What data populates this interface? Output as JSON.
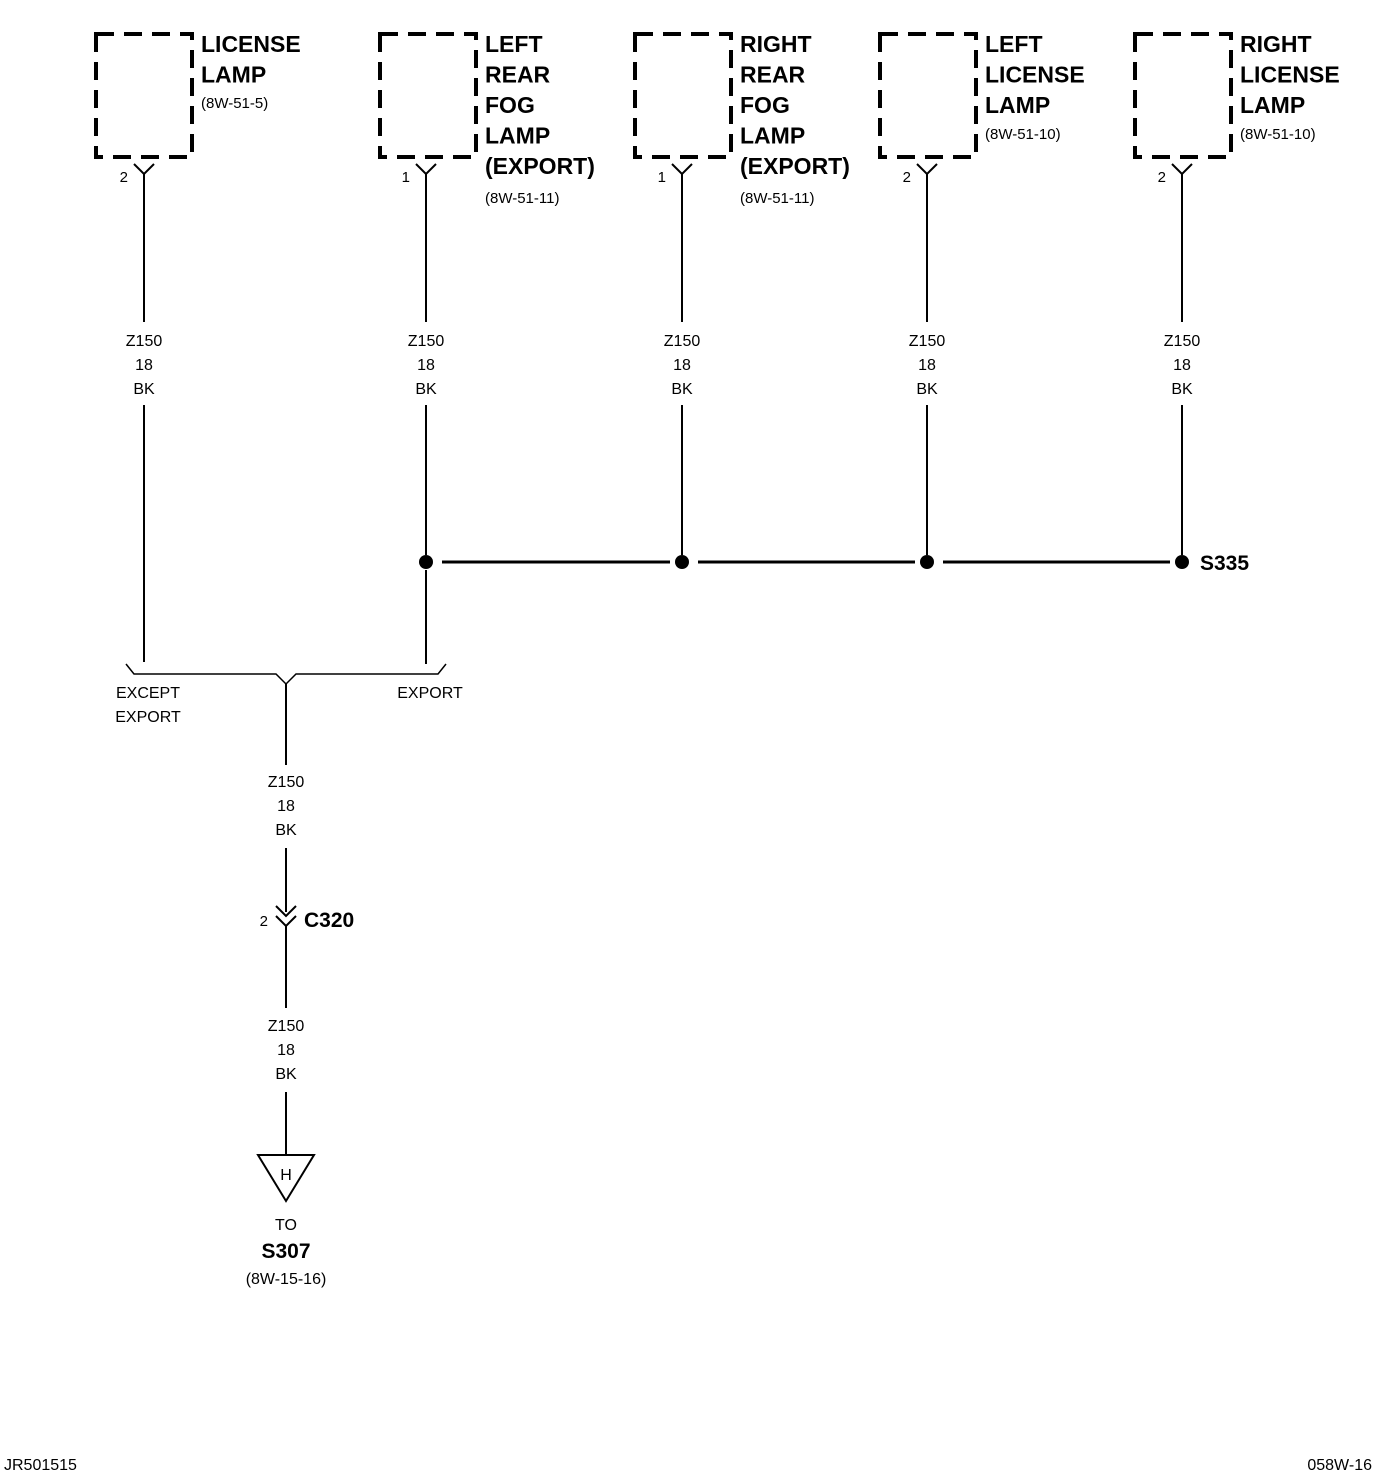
{
  "components": [
    {
      "lines": [
        "LICENSE",
        "LAMP"
      ],
      "ref": "(8W-51-5)",
      "pin": "2"
    },
    {
      "lines": [
        "LEFT",
        "REAR",
        "FOG",
        "LAMP",
        "(EXPORT)"
      ],
      "ref": "(8W-51-11)",
      "pin": "1"
    },
    {
      "lines": [
        "RIGHT",
        "REAR",
        "FOG",
        "LAMP",
        "(EXPORT)"
      ],
      "ref": "(8W-51-11)",
      "pin": "1"
    },
    {
      "lines": [
        "LEFT",
        "LICENSE",
        "LAMP"
      ],
      "ref": "(8W-51-10)",
      "pin": "2"
    },
    {
      "lines": [
        "RIGHT",
        "LICENSE",
        "LAMP"
      ],
      "ref": "(8W-51-10)",
      "pin": "2"
    }
  ],
  "wire": {
    "circuit": "Z150",
    "gauge": "18",
    "color": "BK"
  },
  "splice": {
    "id": "S335"
  },
  "branch": {
    "left_label_1": "EXCEPT",
    "left_label_2": "EXPORT",
    "right_label": "EXPORT"
  },
  "connector": {
    "id": "C320",
    "pin": "2"
  },
  "ground": {
    "letter": "H",
    "to": "TO",
    "dest": "S307",
    "ref": "(8W-15-16)"
  },
  "footer": {
    "left": "JR501515",
    "right": "058W-16"
  }
}
